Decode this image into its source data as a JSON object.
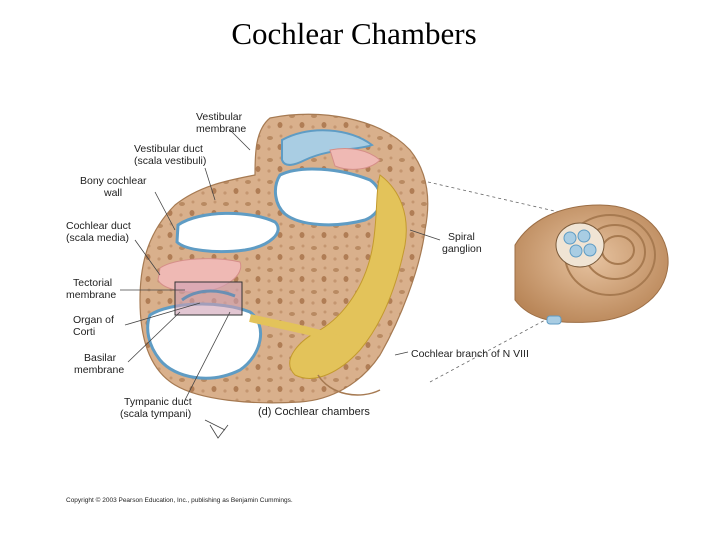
{
  "title": "Cochlear Chambers",
  "labels": {
    "vestibular_membrane_1": "Vestibular",
    "vestibular_membrane_2": "membrane",
    "vestibular_duct_1": "Vestibular duct",
    "vestibular_duct_2": "(scala vestibuli)",
    "bony_wall_1": "Bony cochlear",
    "bony_wall_2": "wall",
    "cochlear_duct_1": "Cochlear duct",
    "cochlear_duct_2": "(scala media)",
    "tectorial_1": "Tectorial",
    "tectorial_2": "membrane",
    "corti_1": "Organ of",
    "corti_2": "Corti",
    "basilar_1": "Basilar",
    "basilar_2": "membrane",
    "tympanic_1": "Tympanic duct",
    "tympanic_2": "(scala tympani)",
    "spiral_1": "Spiral",
    "spiral_2": "ganglion",
    "cochlear_branch": "Cochlear branch of N VIII",
    "caption": "(d) Cochlear chambers"
  },
  "copyright": "Copyright © 2003 Pearson Education, Inc., publishing as Benjamin Cummings.",
  "colors": {
    "bone": "#d9b08c",
    "bone_dark": "#b98a62",
    "duct_blue": "#a9cde3",
    "duct_edge": "#5f9cc4",
    "pink": "#efb9b4",
    "nerve": "#e3c35a",
    "shell": "#d2a27a"
  }
}
